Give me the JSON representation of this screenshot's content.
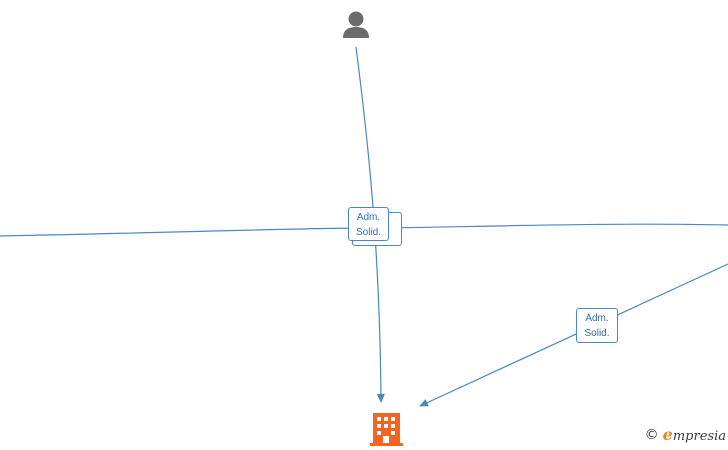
{
  "nodes": {
    "person": {
      "icon": "person-icon",
      "color": "#6b6b6b"
    },
    "company": {
      "icon": "building-icon",
      "color": "#f26522"
    }
  },
  "edges": [
    {
      "label_line1": "Adm.",
      "label_line2": "Solid."
    },
    {
      "label_line1": "Adm.",
      "label_line2": "Solid."
    }
  ],
  "colors": {
    "edge": "#4a86c8",
    "label_text": "#2f6db0"
  },
  "watermark": {
    "copyright": "©",
    "brand_initial": "e",
    "brand_rest": "mpresia"
  }
}
